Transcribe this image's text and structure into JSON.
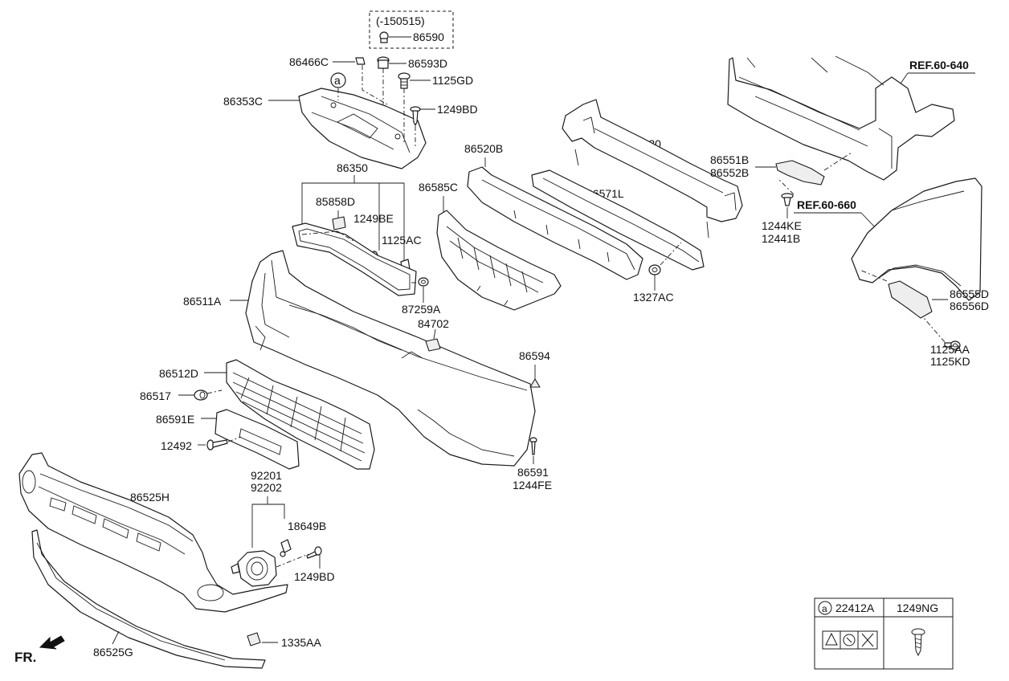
{
  "labels": {
    "p150515": "(-150515)",
    "p86590": "86590",
    "p86466C": "86466C",
    "p86593D": "86593D",
    "p1125GD": "1125GD",
    "p86353C": "86353C",
    "p1249BD_top": "1249BD",
    "circle_a": "a",
    "p86350": "86350",
    "p85858D": "85858D",
    "p1249BE": "1249BE",
    "p1125AC": "1125AC",
    "p87259A": "87259A",
    "p86520B": "86520B",
    "p86585C": "86585C",
    "p86530": "86530",
    "p86571L": "86571L",
    "p1327AC": "1327AC",
    "p86551B": "86551B",
    "p86552B": "86552B",
    "p1244KE": "1244KE",
    "p12441B": "12441B",
    "ref640": "REF.60-640",
    "ref660": "REF.60-660",
    "p86555D": "86555D",
    "p86556D": "86556D",
    "p1125AA": "1125AA",
    "p1125KD": "1125KD",
    "p86511A": "86511A",
    "p84702": "84702",
    "p86594": "86594",
    "p86512D": "86512D",
    "p86517": "86517",
    "p86591E": "86591E",
    "p12492": "12492",
    "p86591": "86591",
    "p1244FE": "1244FE",
    "p92201": "92201",
    "p92202": "92202",
    "p86525H": "86525H",
    "p18649B": "18649B",
    "p1249BD_bottom": "1249BD",
    "p86525G": "86525G",
    "p1335AA": "1335AA",
    "fr": "FR."
  },
  "legend_table": {
    "cell1_circle": "a",
    "cell1_code": "22412A",
    "cell2_code": "1249NG"
  }
}
